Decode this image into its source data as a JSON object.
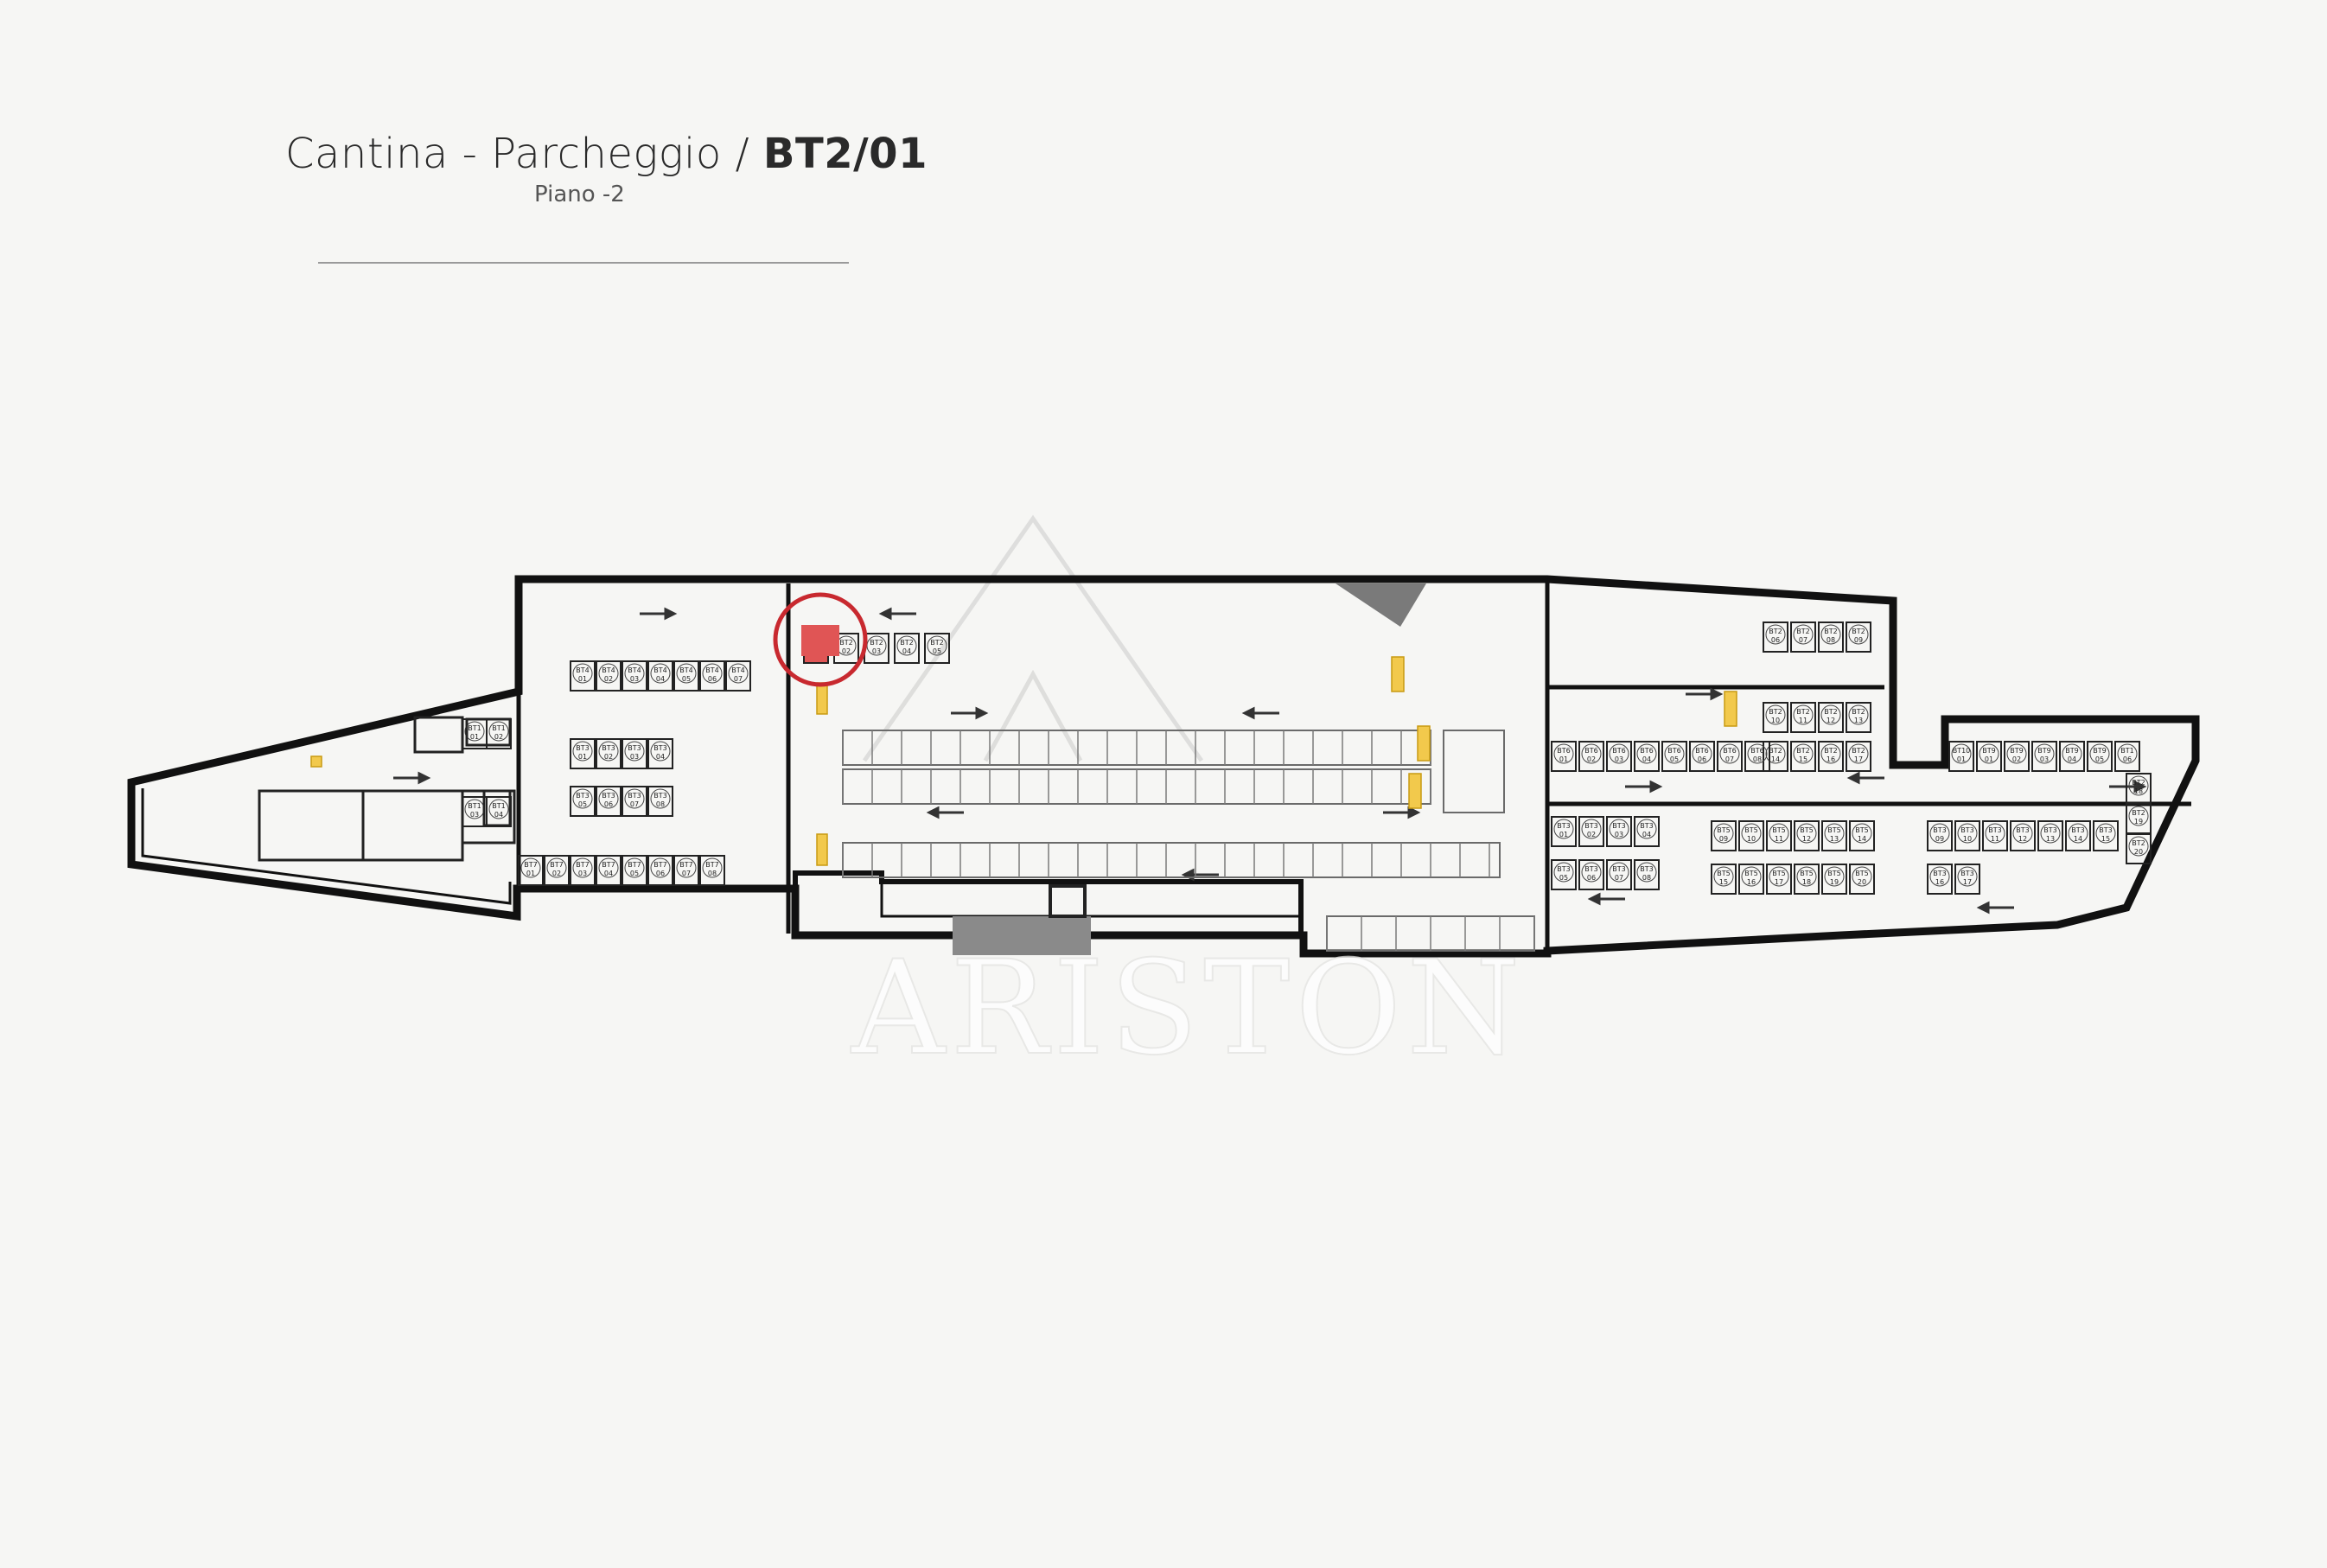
{
  "header": {
    "title_main": "Cantina - Parcheggio",
    "title_sep": " / ",
    "title_code": "BT2/01",
    "subtitle": "Piano -2"
  },
  "watermark": "ARISTON",
  "highlight": {
    "unit": "BT2/01",
    "color": "#e05555",
    "ring_color": "#c8292f"
  },
  "colors": {
    "wall": "#111111",
    "background": "#f6f6f4",
    "stall_line": "#6a6a6a",
    "stair": "#e8b930",
    "block": "#8a8a8a"
  },
  "units": [
    {
      "code": "BT4",
      "n": "01"
    },
    {
      "code": "BT4",
      "n": "02"
    },
    {
      "code": "BT4",
      "n": "03"
    },
    {
      "code": "BT4",
      "n": "04"
    },
    {
      "code": "BT4",
      "n": "05"
    },
    {
      "code": "BT4",
      "n": "06"
    },
    {
      "code": "BT4",
      "n": "07"
    },
    {
      "code": "BT3",
      "n": "01"
    },
    {
      "code": "BT3",
      "n": "02"
    },
    {
      "code": "BT3",
      "n": "03"
    },
    {
      "code": "BT3",
      "n": "04"
    },
    {
      "code": "BT3",
      "n": "05"
    },
    {
      "code": "BT3",
      "n": "06"
    },
    {
      "code": "BT3",
      "n": "07"
    },
    {
      "code": "BT3",
      "n": "08"
    },
    {
      "code": "BT1",
      "n": "01"
    },
    {
      "code": "BT1",
      "n": "02"
    },
    {
      "code": "BT1",
      "n": "03"
    },
    {
      "code": "BT1",
      "n": "04"
    },
    {
      "code": "BT7",
      "n": "01"
    },
    {
      "code": "BT7",
      "n": "02"
    },
    {
      "code": "BT7",
      "n": "03"
    },
    {
      "code": "BT7",
      "n": "04"
    },
    {
      "code": "BT7",
      "n": "05"
    },
    {
      "code": "BT7",
      "n": "06"
    },
    {
      "code": "BT7",
      "n": "07"
    },
    {
      "code": "BT7",
      "n": "08"
    },
    {
      "code": "BT2",
      "n": "01"
    },
    {
      "code": "BT2",
      "n": "02"
    },
    {
      "code": "BT2",
      "n": "03"
    },
    {
      "code": "BT2",
      "n": "04"
    },
    {
      "code": "BT2",
      "n": "05"
    },
    {
      "code": "BT2",
      "n": "06"
    },
    {
      "code": "BT2",
      "n": "07"
    },
    {
      "code": "BT2",
      "n": "08"
    },
    {
      "code": "BT2",
      "n": "09"
    },
    {
      "code": "BT2",
      "n": "10"
    },
    {
      "code": "BT2",
      "n": "11"
    },
    {
      "code": "BT2",
      "n": "12"
    },
    {
      "code": "BT2",
      "n": "13"
    },
    {
      "code": "BT2",
      "n": "14"
    },
    {
      "code": "BT2",
      "n": "15"
    },
    {
      "code": "BT2",
      "n": "16"
    },
    {
      "code": "BT2",
      "n": "17"
    },
    {
      "code": "BT6",
      "n": "01"
    },
    {
      "code": "BT6",
      "n": "02"
    },
    {
      "code": "BT6",
      "n": "03"
    },
    {
      "code": "BT6",
      "n": "04"
    },
    {
      "code": "BT6",
      "n": "05"
    },
    {
      "code": "BT6",
      "n": "06"
    },
    {
      "code": "BT6",
      "n": "07"
    },
    {
      "code": "BT6",
      "n": "08"
    },
    {
      "code": "BT3",
      "n": "01"
    },
    {
      "code": "BT3",
      "n": "02"
    },
    {
      "code": "BT3",
      "n": "03"
    },
    {
      "code": "BT3",
      "n": "04"
    },
    {
      "code": "BT3",
      "n": "05"
    },
    {
      "code": "BT3",
      "n": "06"
    },
    {
      "code": "BT3",
      "n": "07"
    },
    {
      "code": "BT3",
      "n": "08"
    },
    {
      "code": "BT5",
      "n": "09"
    },
    {
      "code": "BT5",
      "n": "10"
    },
    {
      "code": "BT5",
      "n": "11"
    },
    {
      "code": "BT5",
      "n": "12"
    },
    {
      "code": "BT5",
      "n": "13"
    },
    {
      "code": "BT5",
      "n": "14"
    },
    {
      "code": "BT5",
      "n": "15"
    },
    {
      "code": "BT5",
      "n": "16"
    },
    {
      "code": "BT5",
      "n": "17"
    },
    {
      "code": "BT5",
      "n": "18"
    },
    {
      "code": "BT5",
      "n": "19"
    },
    {
      "code": "BT5",
      "n": "20"
    },
    {
      "code": "BT10",
      "n": "01"
    },
    {
      "code": "BT9",
      "n": "01"
    },
    {
      "code": "BT9",
      "n": "02"
    },
    {
      "code": "BT9",
      "n": "03"
    },
    {
      "code": "BT9",
      "n": "04"
    },
    {
      "code": "BT9",
      "n": "05"
    },
    {
      "code": "BT1",
      "n": "06"
    },
    {
      "code": "BT3",
      "n": "09"
    },
    {
      "code": "BT3",
      "n": "10"
    },
    {
      "code": "BT3",
      "n": "11"
    },
    {
      "code": "BT3",
      "n": "12"
    },
    {
      "code": "BT3",
      "n": "13"
    },
    {
      "code": "BT3",
      "n": "14"
    },
    {
      "code": "BT3",
      "n": "15"
    },
    {
      "code": "BT3",
      "n": "16"
    },
    {
      "code": "BT3",
      "n": "17"
    },
    {
      "code": "BT2",
      "n": "18"
    },
    {
      "code": "BT2",
      "n": "19"
    },
    {
      "code": "BT2",
      "n": "20"
    }
  ]
}
